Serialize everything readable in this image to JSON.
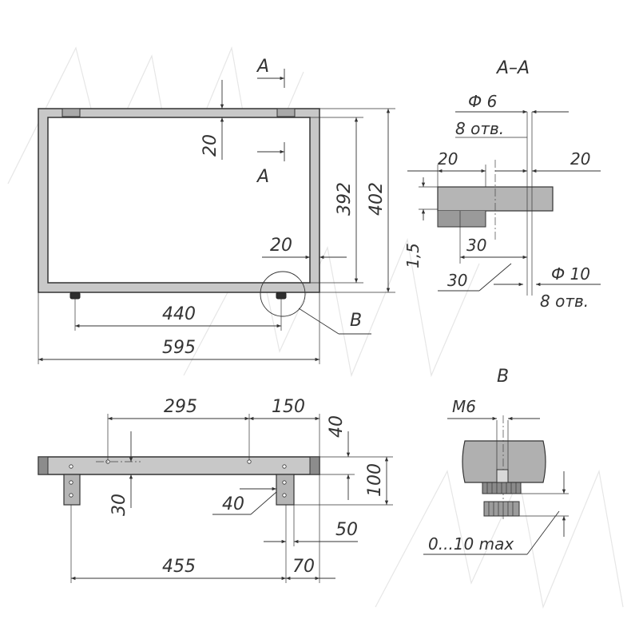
{
  "labels": {
    "section_mark": "A",
    "section_title": "A–A",
    "detail_mark": "B",
    "detail_title": "B",
    "thread": "M6",
    "adjust": "0...10 max"
  },
  "dims": {
    "d20_top": "20",
    "d392": "392",
    "d402": "402",
    "d20_right": "20",
    "d440": "440",
    "d595": "595",
    "phi6": "Ф 6",
    "holes8": "8 отв.",
    "s20a": "20",
    "s20b": "20",
    "s15": "1,5",
    "s30a": "30",
    "s30b": "30",
    "phi10": "Ф 10",
    "holes8b": "8 отв.",
    "d295": "295",
    "d150": "150",
    "d40v": "40",
    "d100": "100",
    "d30": "30",
    "d40": "40",
    "d50": "50",
    "d70": "70",
    "d455": "455"
  }
}
